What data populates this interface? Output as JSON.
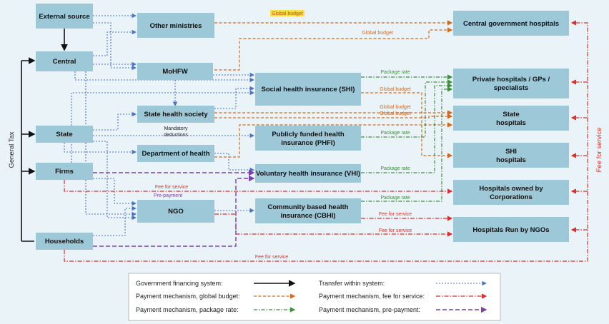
{
  "nodes": {
    "external_source": "External source",
    "central": "Central",
    "state": "State",
    "firms": "Firms",
    "households": "Households",
    "other_ministries": "Other ministries",
    "mohfw": "MoHFW",
    "state_health_society": "State health society",
    "department_of_health": "Department of health",
    "ngo": "NGO",
    "shi": "Social health insurance (SHI)",
    "phfi_line1": "Publicly funded health",
    "phfi_line2": "insurance (PHFI)",
    "vhi": "Voluntary health insurance (VHI)",
    "cbhi_line1": "Community based health",
    "cbhi_line2": "insurance (CBHI)",
    "central_govt_hospitals": "Central government  hospitals",
    "private_hospitals_line1": "Private hospitals / GPs /",
    "private_hospitals_line2": "specialists",
    "state_hospitals_line1": "State",
    "state_hospitals_line2": "hospitals",
    "shi_hospitals_line1": "SHI",
    "shi_hospitals_line2": "hospitals",
    "corp_hospitals_line1": "Hospitals owned by",
    "corp_hospitals_line2": "Corporations",
    "ngo_hospitals": "Hospitals Run by NGOs"
  },
  "annotations": {
    "global_budget": "Global budget",
    "package_rate": "Package rate",
    "fee_for_service": "Fee for service",
    "pre_payment": "Pre-payment",
    "mandatory_line1": "Mandatory",
    "mandatory_line2": "deductions"
  },
  "axis_labels": {
    "left": "General Tax",
    "right": "Fee for service"
  },
  "legend": {
    "gov_financing": "Government financing system:",
    "transfer": "Transfer within system:",
    "global_budget": "Payment mechanism, global budget:",
    "fee_for_service": "Payment mechanism, fee for service:",
    "package_rate": "Payment mechanism, package rate:",
    "pre_payment": "Payment mechanism, pre-payment:"
  },
  "colors": {
    "box": "#9cc8d8",
    "black": "#111111",
    "transfer": "#4a73c9",
    "global_budget": "#d2691e",
    "fee_for_service": "#d9302c",
    "package_rate": "#3e8e3e",
    "pre_payment": "#7a3fa8",
    "highlight": "#f7e04a"
  }
}
